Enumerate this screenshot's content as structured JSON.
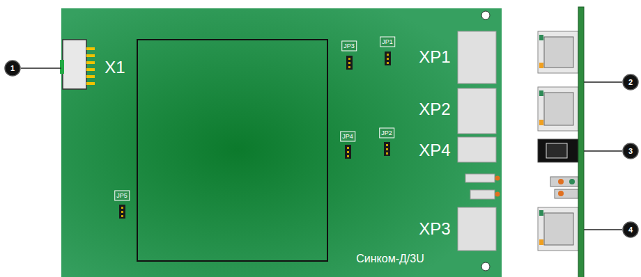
{
  "diagram": {
    "labels": [
      "1",
      "X1",
      "JP3",
      "JP1",
      "XP1",
      "2",
      "XP2",
      "JP4",
      "JP2",
      "XP4",
      "3",
      "JP5",
      "XP3",
      "4",
      "Синком-Д/3U"
    ]
  }
}
